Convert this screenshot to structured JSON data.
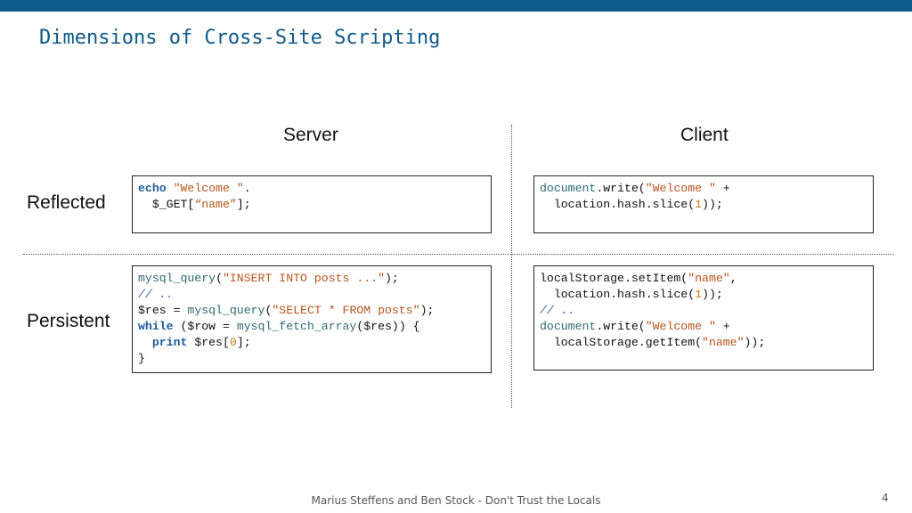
{
  "slide": {
    "title": "Dimensions of Cross-Site Scripting",
    "columns": [
      "Server",
      "Client"
    ],
    "rows": [
      "Reflected",
      "Persistent"
    ],
    "footer": "Marius Steffens and Ben Stock - Don't Trust the Locals",
    "page_number": "4"
  },
  "code": {
    "reflected_server": [
      [
        [
          "kw",
          "echo"
        ],
        [
          "t",
          " "
        ],
        [
          "str",
          "\"Welcome \""
        ],
        [
          "t",
          "."
        ]
      ],
      [
        [
          "t",
          "  $_GET["
        ],
        [
          "str",
          "“name”"
        ],
        [
          "t",
          "];"
        ]
      ]
    ],
    "reflected_client": [
      [
        [
          "fn",
          "document"
        ],
        [
          "t",
          ".write("
        ],
        [
          "str",
          "\"Welcome \""
        ],
        [
          "t",
          " +"
        ]
      ],
      [
        [
          "t",
          "  location.hash.slice("
        ],
        [
          "num",
          "1"
        ],
        [
          "t",
          "));"
        ]
      ]
    ],
    "persistent_server": [
      [
        [
          "fn",
          "mysql_query"
        ],
        [
          "t",
          "("
        ],
        [
          "str",
          "\"INSERT INTO posts ...\""
        ],
        [
          "t",
          ");"
        ]
      ],
      [
        [
          "cm",
          "// .."
        ]
      ],
      [
        [
          "t",
          "$res = "
        ],
        [
          "fn",
          "mysql_query"
        ],
        [
          "t",
          "("
        ],
        [
          "str",
          "\"SELECT * FROM posts\""
        ],
        [
          "t",
          ");"
        ]
      ],
      [
        [
          "kw",
          "while"
        ],
        [
          "t",
          " ($row = "
        ],
        [
          "fn",
          "mysql_fetch_array"
        ],
        [
          "t",
          "($res)) {"
        ]
      ],
      [
        [
          "t",
          "  "
        ],
        [
          "kw",
          "print"
        ],
        [
          "t",
          " $res["
        ],
        [
          "num",
          "0"
        ],
        [
          "t",
          "];"
        ]
      ],
      [
        [
          "t",
          "}"
        ]
      ]
    ],
    "persistent_client": [
      [
        [
          "t",
          "localStorage.setItem("
        ],
        [
          "str",
          "\"name\""
        ],
        [
          "t",
          ","
        ]
      ],
      [
        [
          "t",
          "  location.hash.slice("
        ],
        [
          "num",
          "1"
        ],
        [
          "t",
          "));"
        ]
      ],
      [
        [
          "cm",
          "// .."
        ]
      ],
      [
        [
          "fn",
          "document"
        ],
        [
          "t",
          ".write("
        ],
        [
          "str",
          "\"Welcome \""
        ],
        [
          "t",
          " +"
        ]
      ],
      [
        [
          "t",
          "  localStorage.getItem("
        ],
        [
          "str",
          "\"name\""
        ],
        [
          "t",
          "));"
        ]
      ]
    ]
  }
}
